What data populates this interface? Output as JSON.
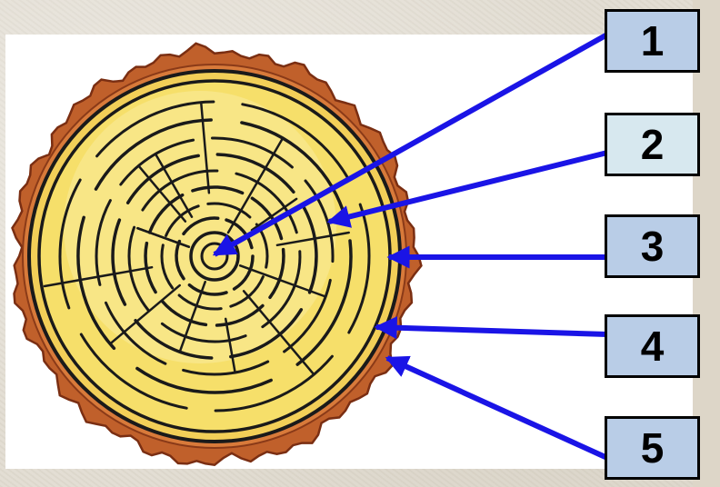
{
  "labels": [
    {
      "number": "1",
      "fill": "#b9cde7"
    },
    {
      "number": "2",
      "fill": "#d7e8ef"
    },
    {
      "number": "3",
      "fill": "#b9cde7"
    },
    {
      "number": "4",
      "fill": "#b9cde7"
    },
    {
      "number": "5",
      "fill": "#b9cde7"
    }
  ],
  "colors": {
    "arrow": "#1a14e6",
    "bark": "#c0602b",
    "bark_dark": "#7a2e12",
    "wood": "#f6df6a",
    "wood_light": "#fbf0a8",
    "ring_line": "#222222"
  }
}
